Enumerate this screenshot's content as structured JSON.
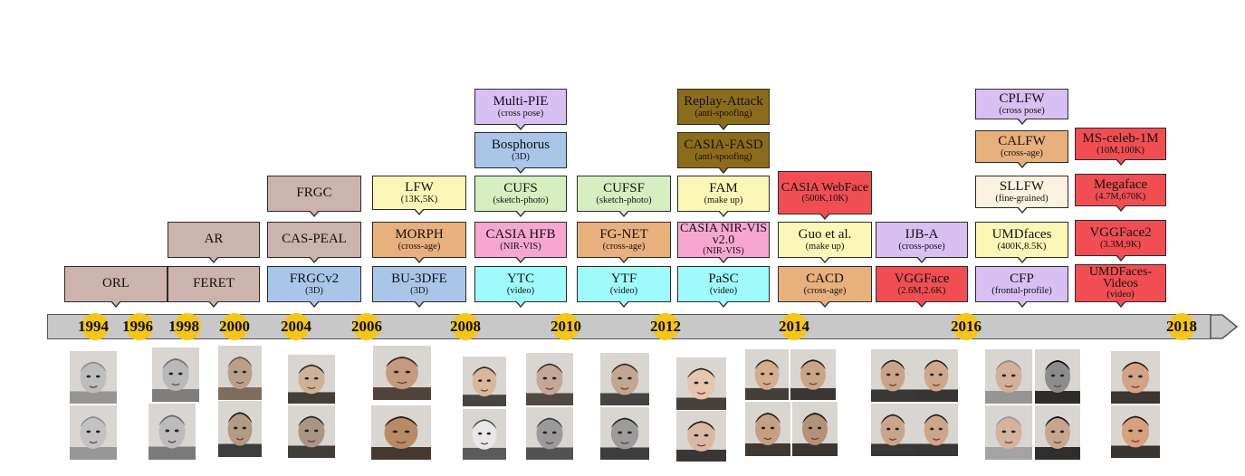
{
  "timeline": {
    "years": [
      "1994",
      "1996",
      "1998",
      "2000",
      "2004",
      "2006",
      "2008",
      "2010",
      "2012",
      "2014",
      "2016",
      "2018"
    ]
  },
  "colors": {
    "rose": "#cdb3ad",
    "blue": "#a9c6e8",
    "yellow": "#fbf8b7",
    "orange": "#e8b07c",
    "purple": "#d8c0f2",
    "green": "#d7efc0",
    "pink": "#f7a7cf",
    "cyan": "#9ffbfb",
    "brown": "#8c6c1a",
    "red": "#f04e52",
    "cream": "#fdf2df",
    "yellow_dot": "#f5c518",
    "bar": "#c8c8c8"
  },
  "datasets": [
    {
      "id": "orl",
      "name": "ORL",
      "sub": "",
      "color": "rose"
    },
    {
      "id": "ar",
      "name": "AR",
      "sub": "",
      "color": "rose"
    },
    {
      "id": "feret",
      "name": "FERET",
      "sub": "",
      "color": "rose"
    },
    {
      "id": "frgc",
      "name": "FRGC",
      "sub": "",
      "color": "rose"
    },
    {
      "id": "cas-peal",
      "name": "CAS-PEAL",
      "sub": "",
      "color": "rose"
    },
    {
      "id": "frgcv2",
      "name": "FRGCv2",
      "sub": "(3D)",
      "color": "blue"
    },
    {
      "id": "lfw",
      "name": "LFW",
      "sub": "(13K,5K)",
      "color": "yellow"
    },
    {
      "id": "morph",
      "name": "MORPH",
      "sub": "(cross-age)",
      "color": "orange"
    },
    {
      "id": "bu3dfe",
      "name": "BU-3DFE",
      "sub": "(3D)",
      "color": "blue"
    },
    {
      "id": "multipie",
      "name": "Multi-PIE",
      "sub": "(cross pose)",
      "color": "purple"
    },
    {
      "id": "bosphorus",
      "name": "Bosphorus",
      "sub": "(3D)",
      "color": "blue"
    },
    {
      "id": "cufs",
      "name": "CUFS",
      "sub": "(sketch-photo)",
      "color": "green"
    },
    {
      "id": "casia-hfb",
      "name": "CASIA HFB",
      "sub": "(NIR-VIS)",
      "color": "pink"
    },
    {
      "id": "ytc",
      "name": "YTC",
      "sub": "(video)",
      "color": "cyan"
    },
    {
      "id": "cufsf",
      "name": "CUFSF",
      "sub": "(sketch-photo)",
      "color": "green"
    },
    {
      "id": "fgnet",
      "name": "FG-NET",
      "sub": "(cross-age)",
      "color": "orange"
    },
    {
      "id": "ytf",
      "name": "YTF",
      "sub": "(video)",
      "color": "cyan"
    },
    {
      "id": "replay",
      "name": "Replay-Attack",
      "sub": "(anti-spoofing)",
      "color": "brown"
    },
    {
      "id": "casia-fasd",
      "name": "CASIA-FASD",
      "sub": "(anti-spoofing)",
      "color": "brown"
    },
    {
      "id": "fam",
      "name": "FAM",
      "sub": "(make up)",
      "color": "yellow"
    },
    {
      "id": "casia-nir",
      "name": "CASIA NIR-VIS v2.0",
      "sub": "(NIR-VIS)",
      "color": "pink"
    },
    {
      "id": "pasc",
      "name": "PaSC",
      "sub": "(video)",
      "color": "cyan"
    },
    {
      "id": "casia-webface",
      "name": "CASIA WebFace",
      "sub": "(500K,10K)",
      "color": "red"
    },
    {
      "id": "guo",
      "name": "Guo et al.",
      "sub": "(make up)",
      "color": "yellow"
    },
    {
      "id": "cacd",
      "name": "CACD",
      "sub": "(cross-age)",
      "color": "orange"
    },
    {
      "id": "ijba",
      "name": "IJB-A",
      "sub": "(cross-pose)",
      "color": "purple"
    },
    {
      "id": "vggface",
      "name": "VGGFace",
      "sub": "(2.6M,2.6K)",
      "color": "red"
    },
    {
      "id": "cplfw",
      "name": "CPLFW",
      "sub": "(cross pose)",
      "color": "purple"
    },
    {
      "id": "calfw",
      "name": "CALFW",
      "sub": "(cross-age)",
      "color": "orange"
    },
    {
      "id": "sllfw",
      "name": "SLLFW",
      "sub": "(fine-grained)",
      "color": "cream"
    },
    {
      "id": "umdfaces",
      "name": "UMDfaces",
      "sub": "(400K,8.5K)",
      "color": "yellow"
    },
    {
      "id": "cfp",
      "name": "CFP",
      "sub": "(frontal-profile)",
      "color": "purple"
    },
    {
      "id": "msceleb",
      "name": "MS-celeb-1M",
      "sub": "(10M,100K)",
      "color": "red"
    },
    {
      "id": "megaface",
      "name": "Megaface",
      "sub": "(4.7M,670K)",
      "color": "red"
    },
    {
      "id": "vggface2",
      "name": "VGGFace2",
      "sub": "(3.3M,9K)",
      "color": "red"
    },
    {
      "id": "umdfaces-videos",
      "name": "UMDFaces-Videos",
      "sub": "(video)",
      "color": "red"
    }
  ]
}
